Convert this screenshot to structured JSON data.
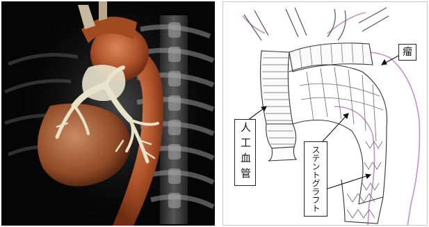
{
  "figure": {
    "left_panel": {
      "kind": "3D CT volume rendering of thoracic aorta",
      "colors": {
        "aorta": "#b5582c",
        "vessels": "#e8e2c8",
        "bone": "#8a8a8a",
        "background": "#050505"
      }
    },
    "right_panel": {
      "colors": {
        "outline": "#333333",
        "aneurysm_wall": "#c58fc6"
      },
      "labels": {
        "artificial_graft": "人工血管",
        "aneurysm": "瘤",
        "stent_graft": "ステントグラフト"
      }
    }
  }
}
